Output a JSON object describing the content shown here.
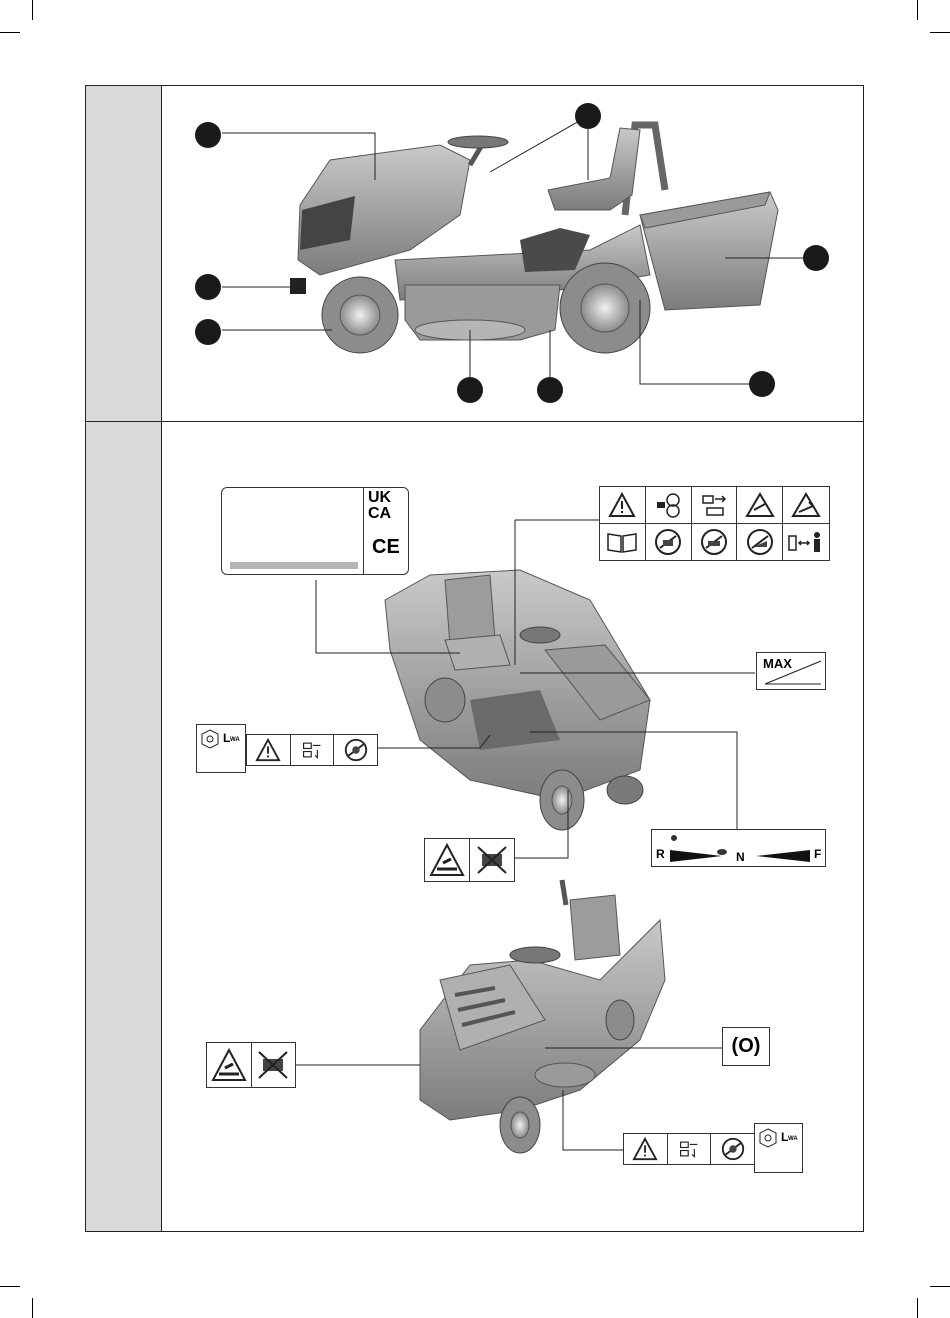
{
  "labels": {
    "conformity": {
      "line1": "UK",
      "line2": "CA",
      "mark": "CE"
    },
    "slope": {
      "text": "MAX"
    },
    "direction": {
      "left": "R",
      "center": "N",
      "right": "F"
    },
    "noise": {
      "text": "L",
      "sub": "WA"
    },
    "brake": {
      "text": "(O)"
    }
  },
  "colors": {
    "panel_gray": "#d9d9d9",
    "mower_body": "#a9a9a9",
    "mower_dark": "#5a5a5a",
    "callout_dot": "#1a1a1a",
    "serial_bar": "#b5b5b5"
  },
  "icons": [
    "warning-triangle-icon",
    "thrown-object-icon",
    "remove-key-icon",
    "slope-tip-icon",
    "roll-over-icon",
    "manual-icon",
    "keep-children-away-icon",
    "no-passengers-icon",
    "slope-warning-icon",
    "distance-icon",
    "blade-warning-icon",
    "no-hands-icon",
    "noise-level-icon",
    "no-mowing-icon"
  ]
}
